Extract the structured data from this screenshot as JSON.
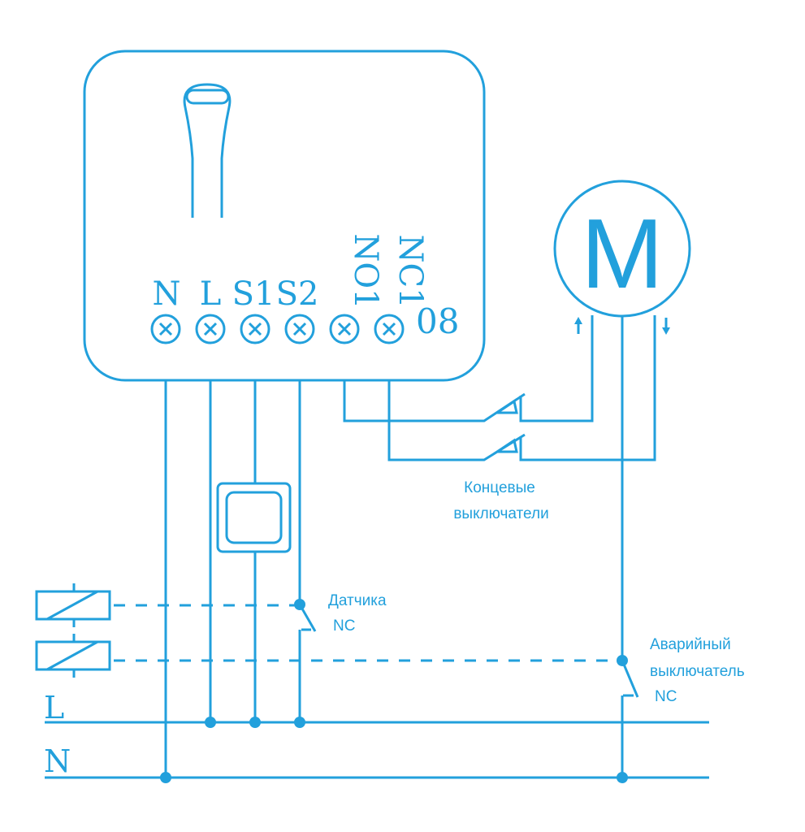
{
  "colors": {
    "line": "#22a0dc",
    "background": "#ffffff"
  },
  "device": {
    "terminals": [
      "N",
      "L",
      "S1",
      "S2",
      "NO1",
      "NC1"
    ],
    "model_label": "08"
  },
  "motor": {
    "label": "M"
  },
  "bus": {
    "L": "L",
    "N": "N"
  },
  "labels": {
    "limit_switches_line1": "Концевые",
    "limit_switches_line2": "выключатели",
    "sensor_line1": "Датчика",
    "sensor_line2": "NC",
    "emergency_line1": "Аварийный",
    "emergency_line2": "выключатель",
    "emergency_line3": "NC"
  }
}
